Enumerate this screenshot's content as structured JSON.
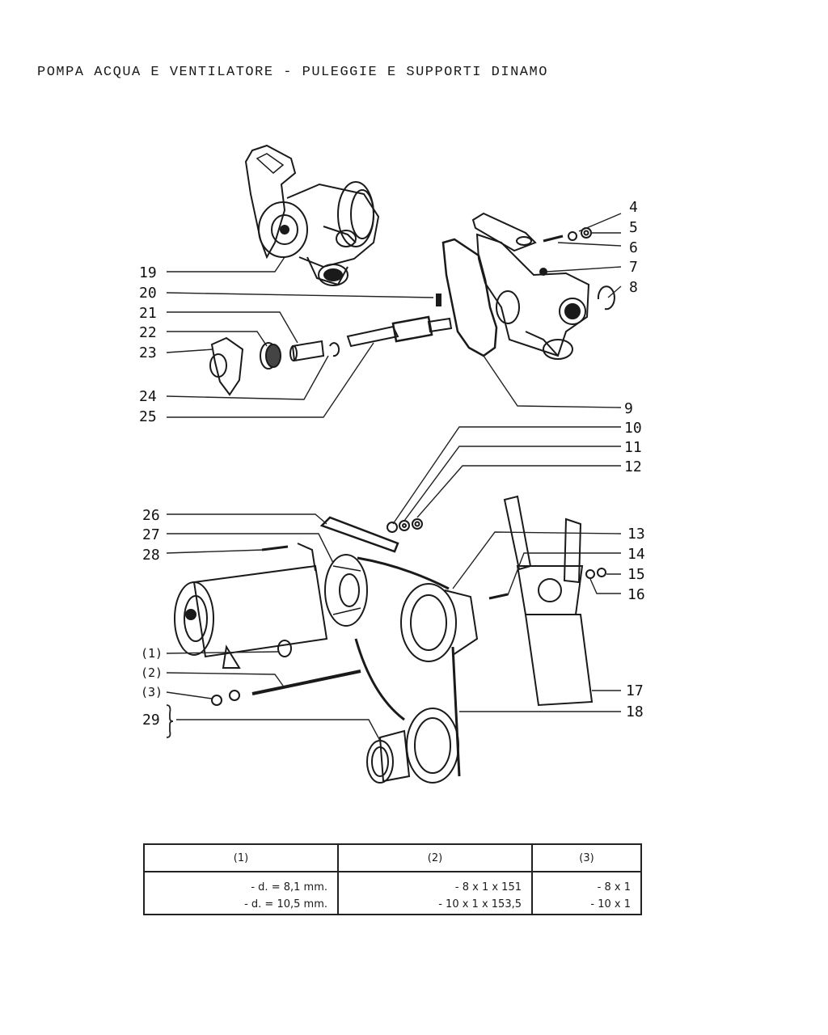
{
  "title": "POMPA ACQUA E VENTILATORE - PULEGGIE E SUPPORTI DINAMO",
  "callouts": [
    {
      "id": "4",
      "text": "4"
    },
    {
      "id": "5",
      "text": "5"
    },
    {
      "id": "6",
      "text": "6"
    },
    {
      "id": "7",
      "text": "7"
    },
    {
      "id": "8",
      "text": "8"
    },
    {
      "id": "9",
      "text": "9"
    },
    {
      "id": "10",
      "text": "10"
    },
    {
      "id": "11",
      "text": "11"
    },
    {
      "id": "12",
      "text": "12"
    },
    {
      "id": "13",
      "text": "13"
    },
    {
      "id": "14",
      "text": "14"
    },
    {
      "id": "15",
      "text": "15"
    },
    {
      "id": "16",
      "text": "16"
    },
    {
      "id": "17",
      "text": "17"
    },
    {
      "id": "18",
      "text": "18"
    },
    {
      "id": "19",
      "text": "19"
    },
    {
      "id": "20",
      "text": "20"
    },
    {
      "id": "21",
      "text": "21"
    },
    {
      "id": "22",
      "text": "22"
    },
    {
      "id": "23",
      "text": "23"
    },
    {
      "id": "24",
      "text": "24"
    },
    {
      "id": "25",
      "text": "25"
    },
    {
      "id": "26",
      "text": "26"
    },
    {
      "id": "27",
      "text": "27"
    },
    {
      "id": "28",
      "text": "28"
    },
    {
      "id": "p1",
      "text": "(1)"
    },
    {
      "id": "p2",
      "text": "(2)"
    },
    {
      "id": "p3",
      "text": "(3)"
    },
    {
      "id": "29",
      "text": "29"
    }
  ],
  "spec_table": {
    "headers": [
      "(1)",
      "(2)",
      "(3)"
    ],
    "col1": [
      "- d. = 8,1 mm.",
      "- d. = 10,5 mm."
    ],
    "col2": [
      "- 8 x 1 x 151",
      "- 10 x 1 x 153,5"
    ],
    "col3": [
      "- 8 x 1",
      "- 10 x 1"
    ]
  }
}
